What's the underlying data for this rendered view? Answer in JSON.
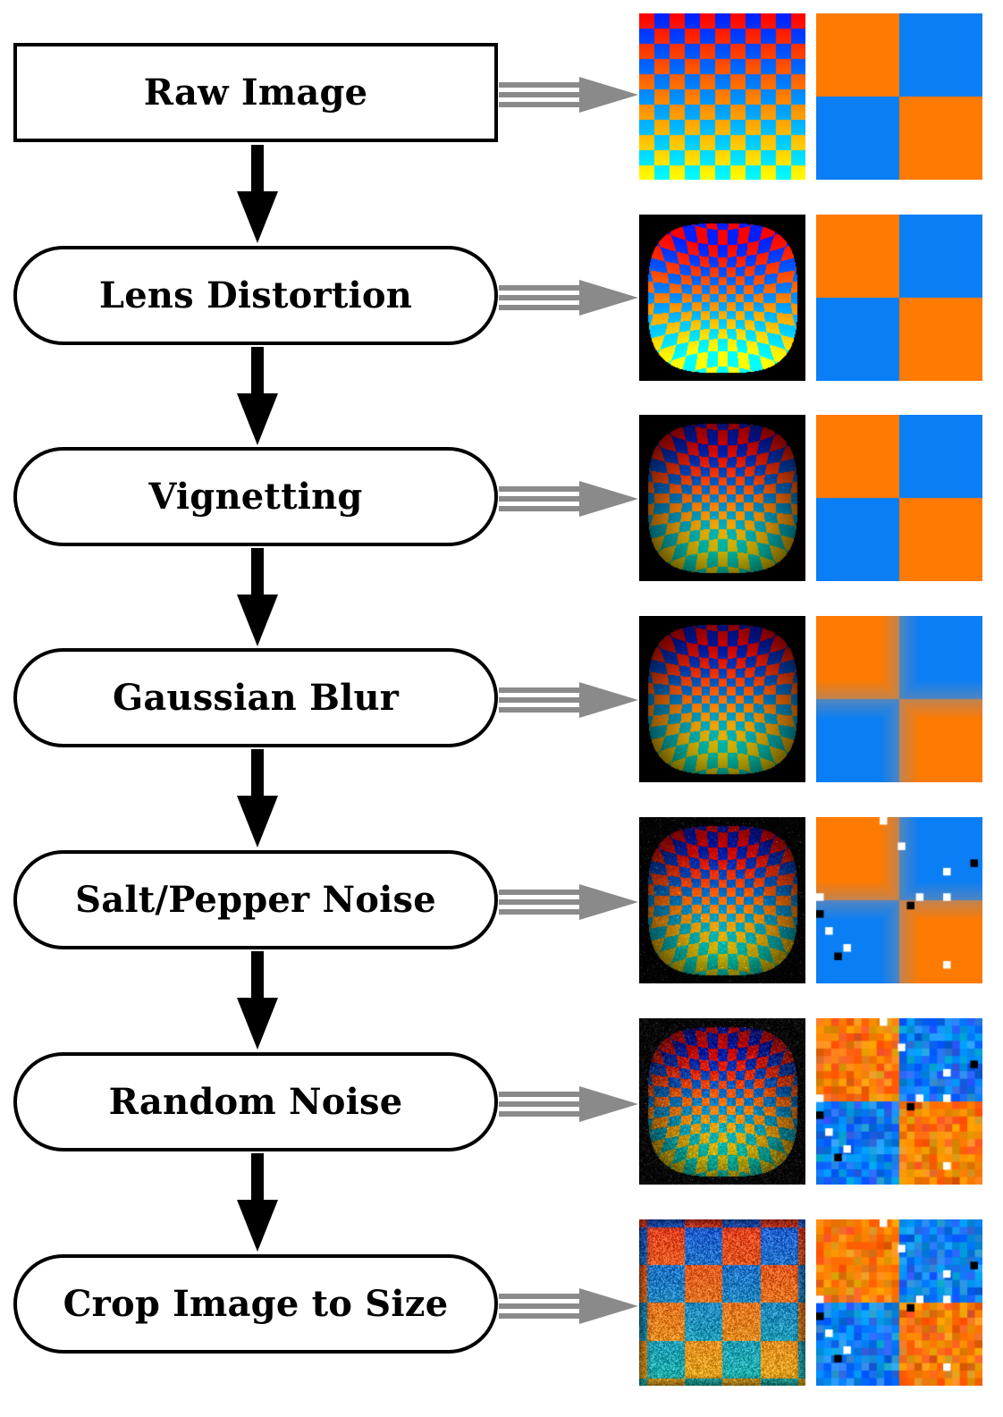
{
  "steps": [
    {
      "label": "Raw Image"
    },
    {
      "label": "Lens Distortion"
    },
    {
      "label": "Vignetting"
    },
    {
      "label": "Gaussian Blur"
    },
    {
      "label": "Salt/Pepper Noise"
    },
    {
      "label": "Random Noise"
    },
    {
      "label": "Crop Image to Size"
    }
  ],
  "colors": {
    "checker_orange": "#ff7a00",
    "checker_blue": "#0a7ef5",
    "gradient_top": "#ff0000",
    "gradient_bottom": "#ffff00",
    "arrow_gray": "#8a8a8a",
    "arrow_black": "#000000",
    "border": "#000000"
  }
}
